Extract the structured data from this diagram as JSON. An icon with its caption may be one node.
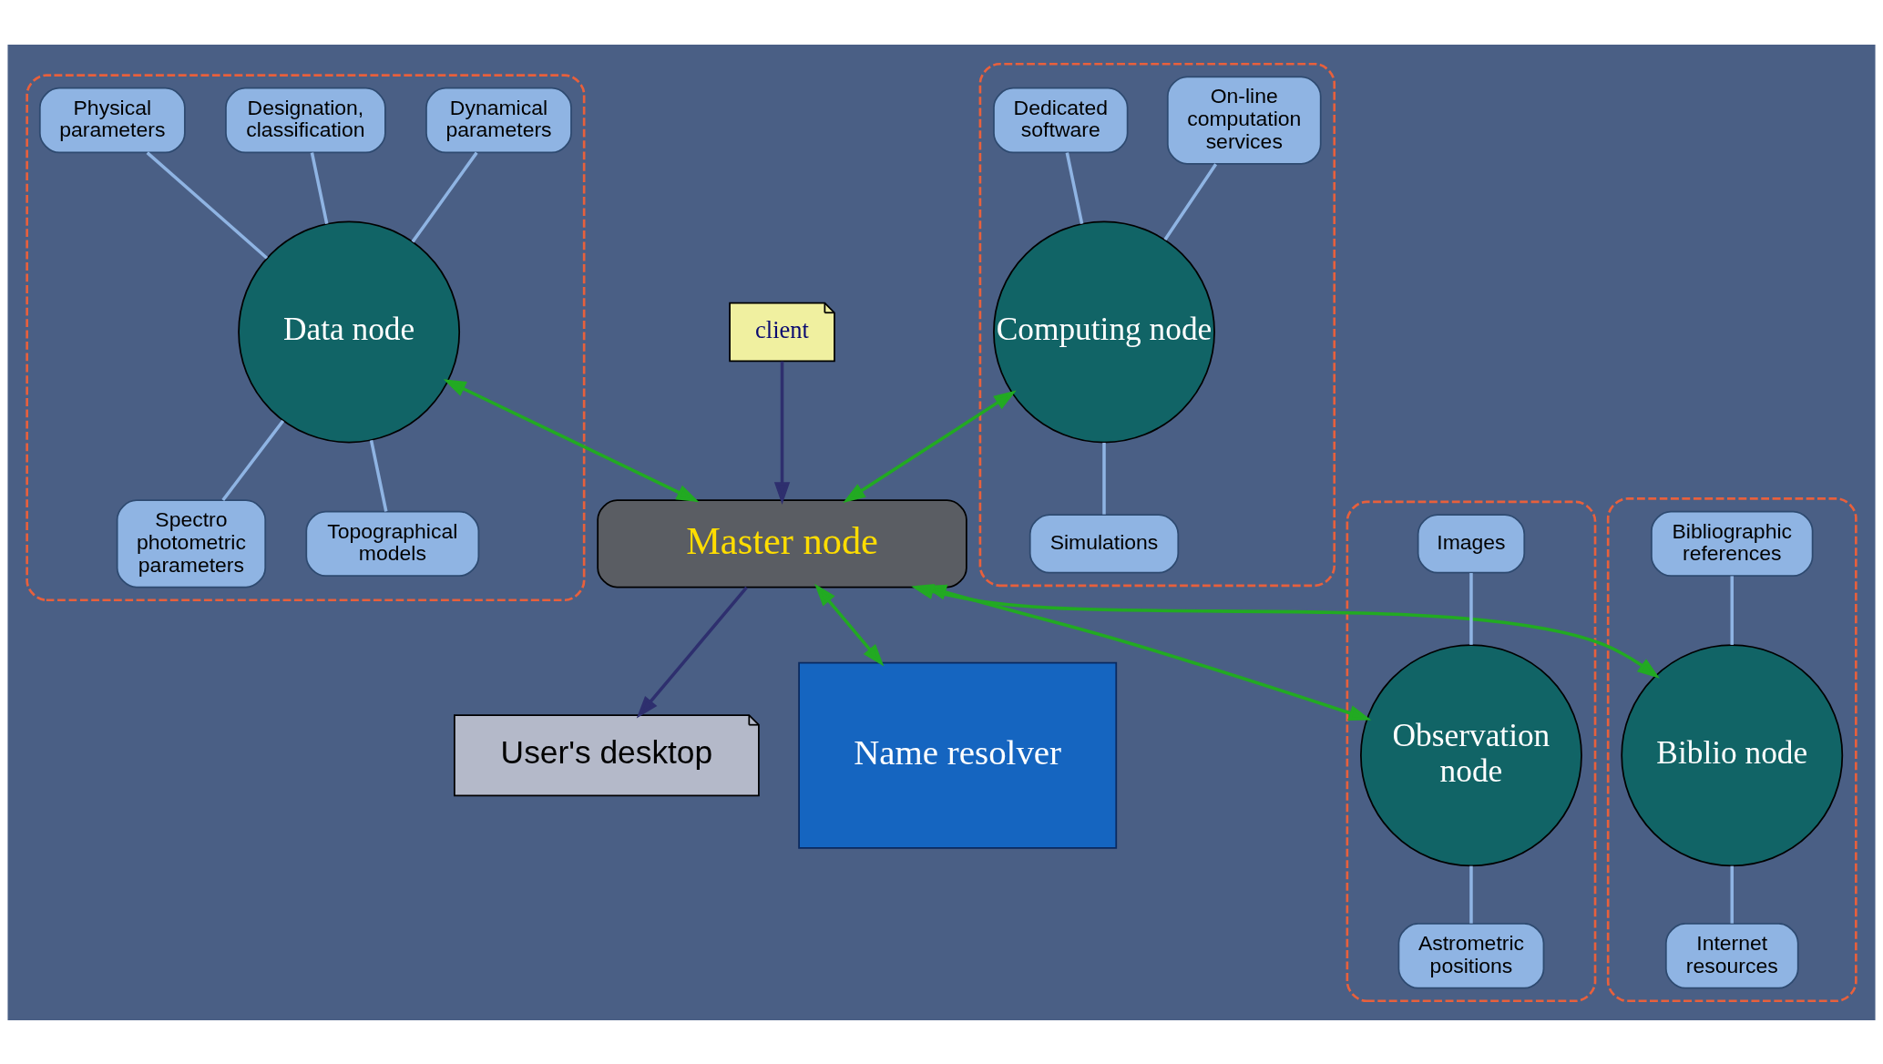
{
  "diagram": {
    "nodes": [
      {
        "text": [],
        "shape": "box"
      },
      {
        "text": [
          "Data node"
        ],
        "in": 0
      },
      {
        "text": [
          "Designation, classification"
        ],
        "in": 0
      },
      {
        "text": [
          "Physical parameters"
        ],
        "in": 0
      },
      {
        "text": [
          "Dynamical parameters"
        ],
        "in": 0
      },
      {
        "text": [
          "Spectro photometric parameters"
        ],
        "in": 0
      },
      {
        "text": [
          "Topographical models"
        ],
        "in": 0
      },
      {
        "text": [
          "User's desktop"
        ]
      },
      {
        "text": [
          "client"
        ]
      },
      {
        "text": [],
        "shape": "box"
      },
      {
        "text": [
          "Computing node"
        ],
        "in": 9
      },
      {
        "text": [
          "On-line computation services"
        ],
        "in": 9
      },
      {
        "text": [
          "Dedicated software"
        ],
        "in": 9
      },
      {
        "text": [
          "Simulations"
        ],
        "in": 9
      },
      {
        "text": [
          "Master node"
        ]
      },
      {
        "text": [],
        "shape": "box"
      },
      {
        "text": [
          "Observation node"
        ],
        "in": 15
      },
      {
        "text": [
          "Images"
        ],
        "in": 15
      },
      {
        "text": [
          "Astrometric positions"
        ],
        "in": 15
      },
      {
        "text": [
          "Name resolver"
        ]
      },
      {
        "text": [],
        "shape": "box"
      },
      {
        "text": [
          "Biblio node"
        ],
        "in": 20
      },
      {
        "text": [
          "Bibliographic references"
        ],
        "in": 20
      },
      {
        "text": [
          "Internet resources"
        ],
        "in": 20
      }
    ],
    "edges": [
      {
        "from": 2,
        "to": 1,
        "arrow": "none",
        "color": "#8fb4e3"
      },
      {
        "from": 3,
        "to": 1,
        "arrow": "none",
        "color": "#8fb4e3"
      },
      {
        "from": 4,
        "to": 1,
        "arrow": "none",
        "color": "#8fb4e3"
      },
      {
        "from": 1,
        "to": 5,
        "arrow": "none",
        "color": "#8fb4e3"
      },
      {
        "from": 1,
        "to": 6,
        "arrow": "none",
        "color": "#8fb4e3"
      },
      {
        "from": 8,
        "to": 14,
        "arrow": "to",
        "color": "#2e2f6e"
      },
      {
        "from": 14,
        "to": 7,
        "arrow": "to",
        "color": "#2e2f6e"
      },
      {
        "from": 11,
        "to": 10,
        "arrow": "none",
        "color": "#8fb4e3"
      },
      {
        "from": 12,
        "to": 10,
        "arrow": "none",
        "color": "#8fb4e3"
      },
      {
        "from": 10,
        "to": 13,
        "arrow": "none",
        "color": "#8fb4e3"
      },
      {
        "from": 1,
        "to": 14,
        "arrow": "both",
        "color": "#22aa22"
      },
      {
        "from": 10,
        "to": 14,
        "arrow": "both",
        "color": "#22aa22"
      },
      {
        "from": 14,
        "to": 16,
        "arrow": "both",
        "color": "#22aa22"
      },
      {
        "from": 14,
        "to": 21,
        "arrow": "both",
        "color": "#22aa22"
      },
      {
        "from": 14,
        "to": 19,
        "arrow": "both",
        "color": "#22aa22"
      },
      {
        "from": 17,
        "to": 16,
        "arrow": "none",
        "color": "#8fb4e3"
      },
      {
        "from": 16,
        "to": 18,
        "arrow": "none",
        "color": "#8fb4e3"
      },
      {
        "from": 22,
        "to": 21,
        "arrow": "none",
        "color": "#8fb4e3"
      },
      {
        "from": 21,
        "to": 23,
        "arrow": "none",
        "color": "#8fb4e3"
      }
    ]
  }
}
